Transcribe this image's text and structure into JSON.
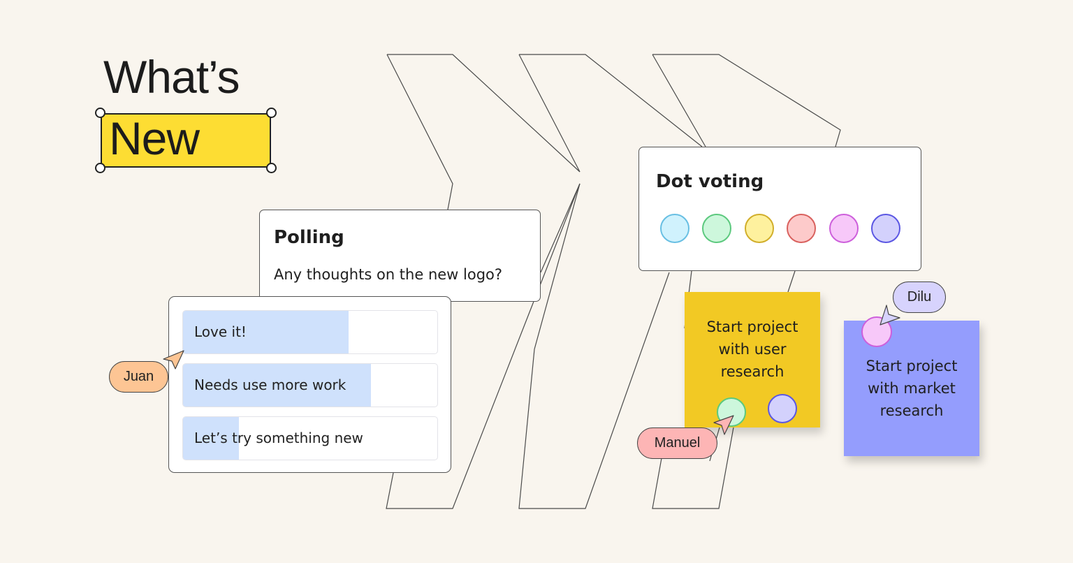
{
  "headline": {
    "line1": "What’s",
    "line2": "New",
    "highlight_color": "#fddd33"
  },
  "polling": {
    "title": "Polling",
    "question": "Any thoughts on the new logo?",
    "options": [
      {
        "label": "Love it!",
        "fill_percent": 65
      },
      {
        "label": "Needs use more work",
        "fill_percent": 74
      },
      {
        "label": "Let’s try something new",
        "fill_percent": 22
      }
    ],
    "bar_color": "#cfe1fc"
  },
  "dot_voting": {
    "title": "Dot voting",
    "dots": [
      {
        "name": "blue",
        "fill": "#d0f2fd",
        "stroke": "#68bfe3"
      },
      {
        "name": "green",
        "fill": "#cdf7dc",
        "stroke": "#5cc97e"
      },
      {
        "name": "yellow",
        "fill": "#fef19e",
        "stroke": "#d1ae2a"
      },
      {
        "name": "red",
        "fill": "#fdcaca",
        "stroke": "#d9615e"
      },
      {
        "name": "pink",
        "fill": "#f7c8f9",
        "stroke": "#cd5fdb"
      },
      {
        "name": "purple",
        "fill": "#d3d1fc",
        "stroke": "#5b57e3"
      }
    ]
  },
  "sticky_notes": [
    {
      "text": "Start project with user research",
      "color": "#f2c924"
    },
    {
      "text": "Start project with market research",
      "color": "#949dfd"
    }
  ],
  "cursors": [
    {
      "name": "Juan",
      "color": "#fdc594"
    },
    {
      "name": "Manuel",
      "color": "#fdb5b5"
    },
    {
      "name": "Dilu",
      "color": "#d7d3fd"
    }
  ]
}
